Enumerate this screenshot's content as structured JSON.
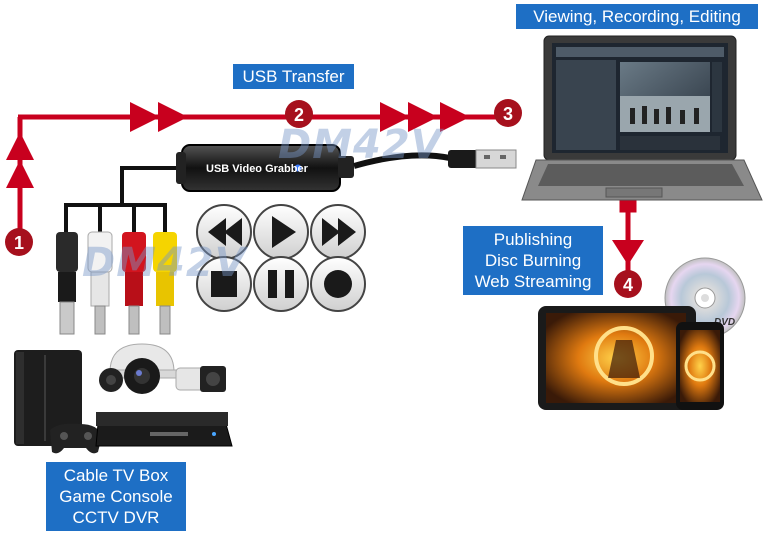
{
  "labels": {
    "top_right": "Viewing, Recording, Editing",
    "usb": "USB Transfer",
    "publish": [
      "Publishing",
      "Disc Burning",
      "Web Streaming"
    ],
    "sources": [
      "Cable TV Box",
      "Game Console",
      "CCTV DVR"
    ]
  },
  "steps": [
    "1",
    "2",
    "3",
    "4"
  ],
  "device_text": "USB Video Grabber",
  "watermark": "DM42V",
  "dvd_text": "DVD",
  "colors": {
    "arrow": "#c8001e",
    "label_bg": "#1e6fc5",
    "step_circle": "#a6101d"
  },
  "icons": [
    "rewind-icon",
    "play-icon",
    "fast-forward-icon",
    "stop-icon",
    "pause-icon",
    "record-icon"
  ]
}
